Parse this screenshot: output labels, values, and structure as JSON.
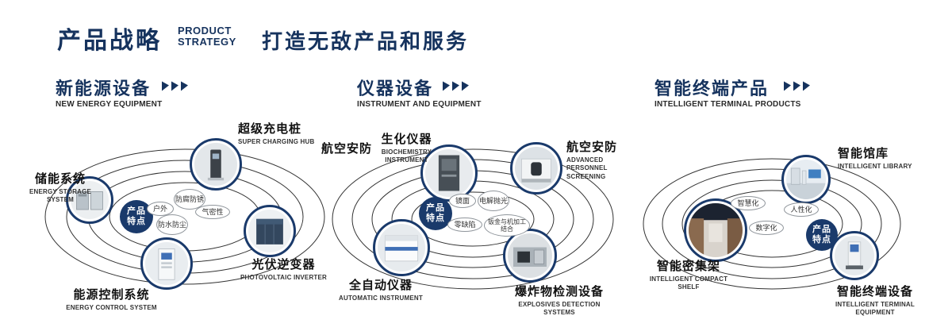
{
  "header": {
    "title_zh": "产品战略",
    "title_en_line1": "PRODUCT",
    "title_en_line2": "STRATEGY",
    "slogan": "打造无敌产品和服务"
  },
  "badge_label": "产品特点",
  "sections": [
    {
      "title_zh": "新能源设备",
      "title_en": "NEW ENERGY EQUIPMENT",
      "items": [
        {
          "zh": "储能系统",
          "en": "ENERGY STORAGE SYSTEM"
        },
        {
          "zh": "超级充电桩",
          "en": "SUPER CHARGING HUB"
        },
        {
          "zh": "光伏逆变器",
          "en": "PHOTOVOLTAIC INVERTER"
        },
        {
          "zh": "能源控制系统",
          "en": "ENERGY CONTROL SYSTEM"
        }
      ],
      "features": [
        "户外",
        "防腐防锈",
        "气密性",
        "防水防尘"
      ]
    },
    {
      "title_zh": "仪器设备",
      "title_en": "INSTRUMENT AND EQUIPMENT",
      "side_label": "航空安防",
      "items": [
        {
          "zh": "生化仪器",
          "en": "BIOCHEMISTRY INSTRUMENT"
        },
        {
          "zh": "航空安防",
          "en": "ADVANCED PERSONNEL SCREENING"
        },
        {
          "zh": "全自动仪器",
          "en": "AUTOMATIC INSTRUMENT"
        },
        {
          "zh": "爆炸物检测设备",
          "en": "EXPLOSIVES DETECTION SYSTEMS"
        }
      ],
      "features": [
        "镜面",
        "电解抛光",
        "零缺陷",
        "钣金与机加工结合"
      ]
    },
    {
      "title_zh": "智能终端产品",
      "title_en": "INTELLIGENT TERMINAL PRODUCTS",
      "items": [
        {
          "zh": "智能馆库",
          "en": "INTELLIGENT LIBRARY"
        },
        {
          "zh": "智能密集架",
          "en": "INTELLIGENT COMPACT SHELF"
        },
        {
          "zh": "智能终端设备",
          "en": "INTELLIGENT TERMINAL EQUIPMENT"
        }
      ],
      "features": [
        "智慧化",
        "人性化",
        "数字化"
      ]
    }
  ]
}
